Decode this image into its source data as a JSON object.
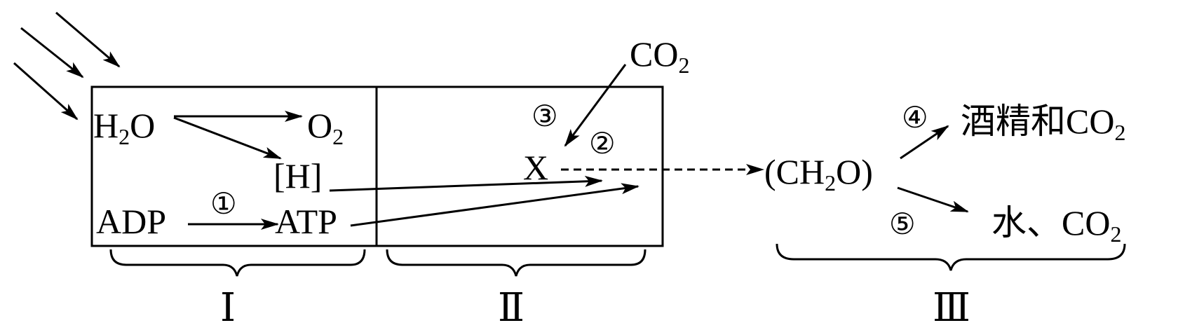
{
  "labels": {
    "h2o_main": "H",
    "h2o_sub": "2",
    "h2o_tail": "O",
    "o2_main": "O",
    "o2_sub": "2",
    "h": "[H]",
    "adp": "ADP",
    "atp": "ATP",
    "x": "X",
    "co2_main": "CO",
    "co2_sub": "2",
    "ch2o_open": "(CH",
    "ch2o_sub": "2",
    "ch2o_close": "O)",
    "alcohol_main": "酒精和CO",
    "alcohol_sub": "2",
    "water_main": "水、CO",
    "water_sub": "2"
  },
  "steps": {
    "s1": "①",
    "s2": "②",
    "s3": "③",
    "s4": "④",
    "s5": "⑤"
  },
  "stages": {
    "stage1": "Ⅰ",
    "stage2": "Ⅱ",
    "stage3": "Ⅲ"
  }
}
